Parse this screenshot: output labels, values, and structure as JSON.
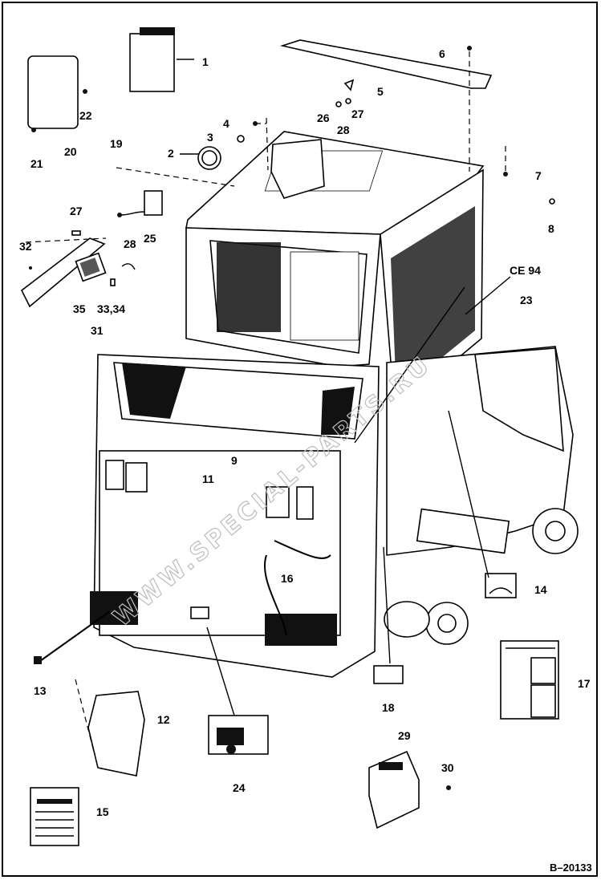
{
  "diagram": {
    "drawing_code": "B–20133",
    "watermark": "WWW.SPECIAL-PARTS.RU",
    "callouts": [
      {
        "id": "1",
        "text": "1"
      },
      {
        "id": "2",
        "text": "2"
      },
      {
        "id": "3",
        "text": "3"
      },
      {
        "id": "4",
        "text": "4"
      },
      {
        "id": "5",
        "text": "5"
      },
      {
        "id": "6",
        "text": "6"
      },
      {
        "id": "7",
        "text": "7"
      },
      {
        "id": "8",
        "text": "8"
      },
      {
        "id": "9",
        "text": "9"
      },
      {
        "id": "11",
        "text": "11"
      },
      {
        "id": "12",
        "text": "12"
      },
      {
        "id": "13",
        "text": "13"
      },
      {
        "id": "14",
        "text": "14"
      },
      {
        "id": "15",
        "text": "15"
      },
      {
        "id": "16",
        "text": "16"
      },
      {
        "id": "17",
        "text": "17"
      },
      {
        "id": "18",
        "text": "18"
      },
      {
        "id": "19",
        "text": "19"
      },
      {
        "id": "20",
        "text": "20"
      },
      {
        "id": "21",
        "text": "21"
      },
      {
        "id": "22",
        "text": "22"
      },
      {
        "id": "23",
        "text": "23"
      },
      {
        "id": "ce94",
        "text": "CE 94"
      },
      {
        "id": "24",
        "text": "24"
      },
      {
        "id": "25",
        "text": "25"
      },
      {
        "id": "26",
        "text": "26"
      },
      {
        "id": "27a",
        "text": "27"
      },
      {
        "id": "27b",
        "text": "27"
      },
      {
        "id": "28a",
        "text": "28"
      },
      {
        "id": "28b",
        "text": "28"
      },
      {
        "id": "29",
        "text": "29"
      },
      {
        "id": "30",
        "text": "30"
      },
      {
        "id": "31",
        "text": "31"
      },
      {
        "id": "32",
        "text": "32"
      },
      {
        "id": "33_34",
        "text": "33,34"
      },
      {
        "id": "35",
        "text": "35"
      }
    ]
  }
}
